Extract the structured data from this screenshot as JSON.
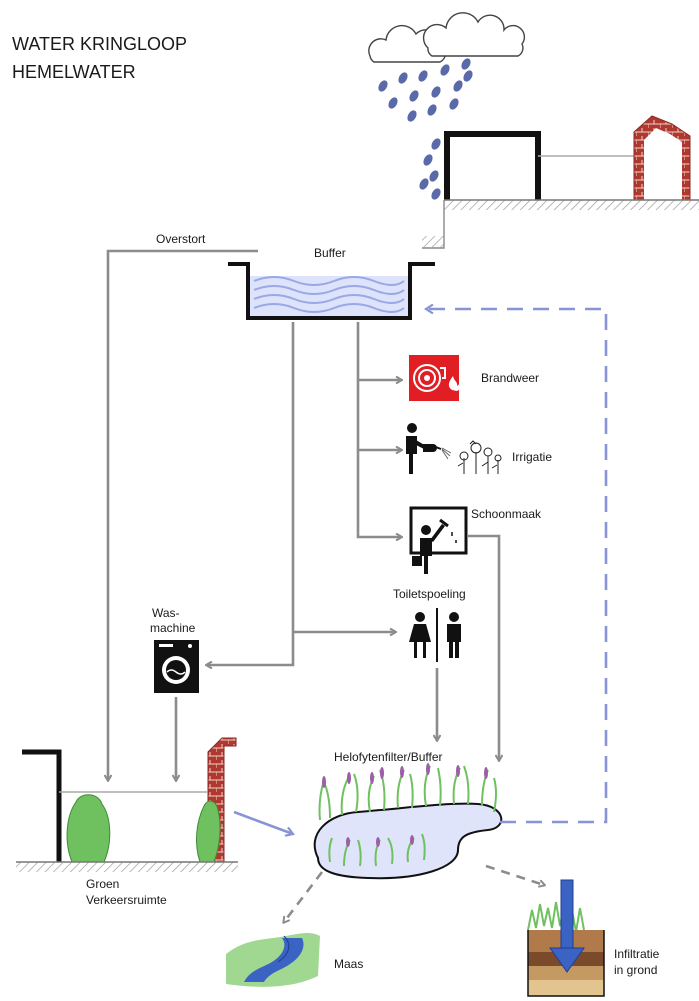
{
  "title": {
    "line1": "WATER KRINGLOOP",
    "line2": "HEMELWATER"
  },
  "labels": {
    "overstort": "Overstort",
    "buffer": "Buffer",
    "brandweer": "Brandweer",
    "irrigatie": "Irrigatie",
    "schoonmaak": "Schoonmaak",
    "toiletspoeling": "Toiletspoeling",
    "wasmachine_1": "Was-",
    "wasmachine_2": "machine",
    "helofytenfilter": "Helofytenfilter/Buffer",
    "groen": "Groen",
    "verkeersruimte": "Verkeersruimte",
    "maas": "Maas",
    "infiltratie_1": "Infiltratie",
    "infiltratie_2": "in grond"
  },
  "icons": [
    "cloud-icon",
    "raindrop-icon",
    "fire-hose-icon",
    "irrigation-person-icon",
    "flower-icon",
    "cleaning-person-icon",
    "toilet-sign-icon",
    "washing-machine-icon",
    "pond-icon",
    "river-icon",
    "soil-infiltration-icon"
  ],
  "colors": {
    "flow_gray": "#8c8c8c",
    "flow_blue": "#8894d6",
    "fire_red": "#e01e24",
    "water_blue": "#a8b4ea",
    "drop_blue": "#5a6aa8",
    "brick": "#a8332e",
    "plant_green": "#6fc15f"
  }
}
